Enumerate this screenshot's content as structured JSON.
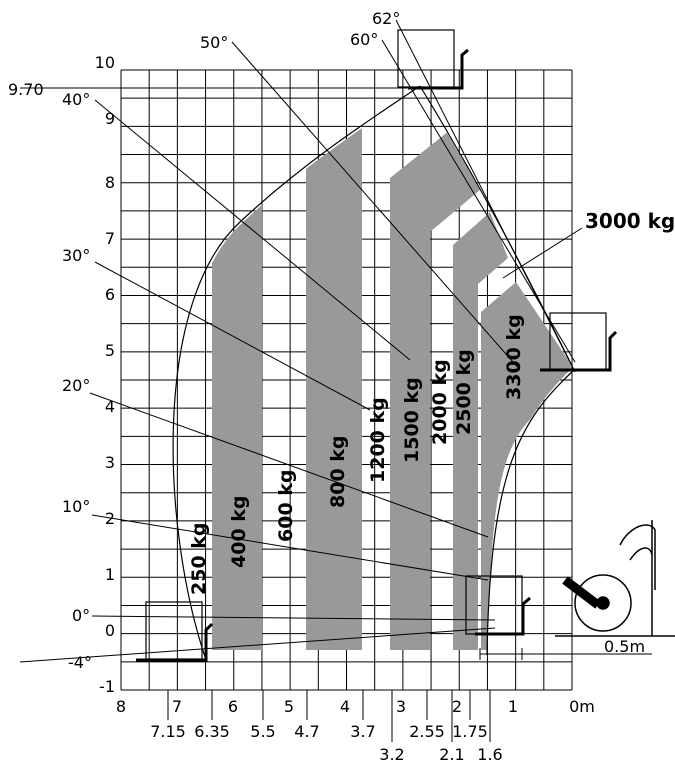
{
  "diagram": {
    "x_ticks": [
      "8",
      "7",
      "6",
      "5",
      "4",
      "3",
      "2",
      "1",
      "0m"
    ],
    "x_marks": [
      "7.15",
      "6.35",
      "5.5",
      "4.7",
      "3.7",
      "3.2",
      "2.55",
      "2.1",
      "1.75",
      "1.6"
    ],
    "y_ticks": [
      "10",
      "9",
      "8",
      "7",
      "6",
      "5",
      "4",
      "3",
      "2",
      "1",
      "0",
      "-1"
    ],
    "max_height_label": "9.70",
    "angles": [
      "62°",
      "60°",
      "50°",
      "40°",
      "30°",
      "20°",
      "10°",
      "0°",
      "-4°"
    ],
    "load_zones": [
      "250 kg",
      "400 kg",
      "600 kg",
      "800 kg",
      "1200 kg",
      "1500 kg",
      "2000 kg",
      "2500 kg",
      "3300 kg"
    ],
    "callout": "3000 kg",
    "dimension": "0.5m"
  }
}
